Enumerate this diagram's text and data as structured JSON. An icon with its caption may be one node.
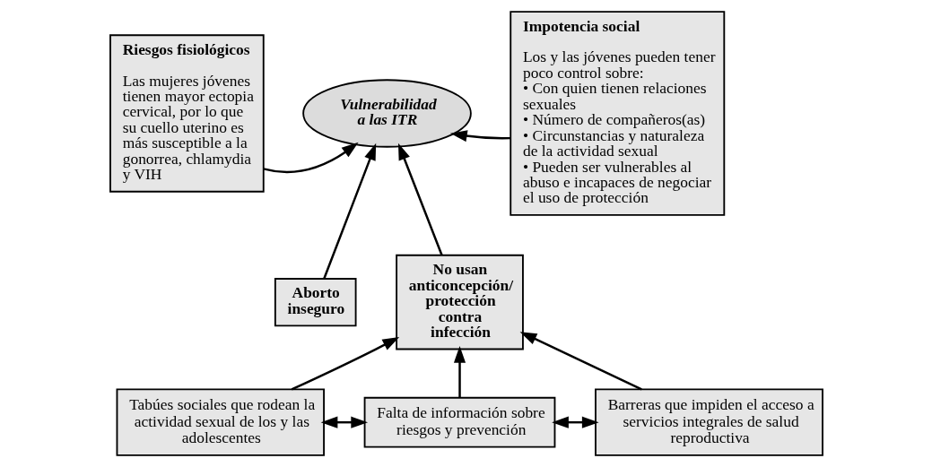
{
  "diagram": {
    "nodes": [
      {
        "text": [
          "Riesgos fisiológicos",
          "Las mujeres jóvenes tienen mayor ectopia cervical, por lo que su cuello uterino es más susceptible a la gonorrea, chlamydia y VIH"
        ]
      },
      {
        "text": [
          "Vulnerabilidad a las ITR"
        ]
      },
      {
        "text": [
          "Impotencia social",
          "Los y las jóvenes pueden tener poco control sobre:",
          "• Con quien tienen relaciones sexuales",
          "• Número de compañeros(as)",
          "• Circunstancias y naturaleza de la actividad sexual",
          "• Pueden ser vulnerables al abuso e incapaces de negociar el uso de protección"
        ]
      },
      {
        "text": [
          "Aborto inseguro"
        ]
      },
      {
        "text": [
          "No usan anticoncepción/ protección contra infección"
        ]
      },
      {
        "text": [
          "Tabúes sociales que rodean la actividad sexual de los y las adolescentes"
        ]
      },
      {
        "text": [
          "Falta de información sobre riesgos y prevención"
        ]
      },
      {
        "text": [
          "Barreras que impiden el acceso a servicios integrales de salud reproductiva"
        ]
      }
    ],
    "edges": [
      {
        "from": 0,
        "to": 1,
        "arrow": "to"
      },
      {
        "from": 2,
        "to": 1,
        "arrow": "to"
      },
      {
        "from": 3,
        "to": 1,
        "arrow": "to"
      },
      {
        "from": 4,
        "to": 1,
        "arrow": "to"
      },
      {
        "from": 5,
        "to": 4,
        "arrow": "to"
      },
      {
        "from": 6,
        "to": 4,
        "arrow": "to"
      },
      {
        "from": 7,
        "to": 4,
        "arrow": "to"
      },
      {
        "from": 5,
        "to": 6,
        "arrow": "both"
      },
      {
        "from": 6,
        "to": 7,
        "arrow": "both"
      }
    ]
  }
}
